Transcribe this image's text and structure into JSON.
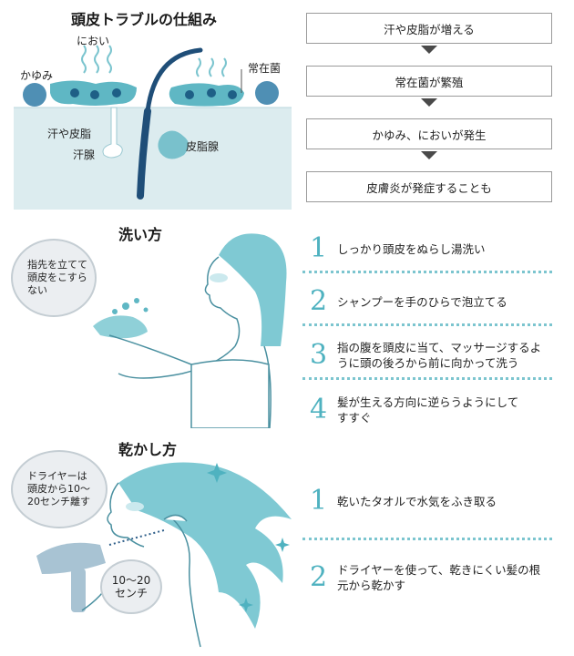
{
  "trouble": {
    "title": "頭皮トラブルの仕組み",
    "labels": {
      "smell": "におい",
      "itch": "かゆみ",
      "bacteria": "常在菌",
      "sweat_sebum": "汗や皮脂",
      "sweat_gland": "汗腺",
      "sebaceous_gland": "皮脂腺"
    },
    "flow": [
      "汗や皮脂が増える",
      "常在菌が繁殖",
      "かゆみ、においが発生",
      "皮膚炎が発症することも"
    ]
  },
  "wash": {
    "title": "洗い方",
    "tip": [
      "指先を立てて",
      "頭皮をこすら",
      "ない"
    ],
    "steps": [
      {
        "num": "1",
        "text": "しっかり頭皮をぬらし湯洗い"
      },
      {
        "num": "2",
        "text": "シャンプーを手のひらで泡立てる"
      },
      {
        "num": "3",
        "text": "指の腹を頭皮に当て、マッサージするように頭の後ろから前に向かって洗う"
      },
      {
        "num": "4",
        "text": "髪が生える方向に逆らうようにしてすすぐ"
      }
    ]
  },
  "dry": {
    "title": "乾かし方",
    "tip": [
      "ドライヤーは",
      "頭皮から10～",
      "20センチ離す"
    ],
    "distance": [
      "10～20",
      "センチ"
    ],
    "steps": [
      {
        "num": "1",
        "text": "乾いたタオルで水気をふき取る"
      },
      {
        "num": "2",
        "text": "ドライヤーを使って、乾きにくい髪の根元から乾かす"
      }
    ]
  },
  "colors": {
    "accent": "#4fb2c0",
    "skin": "#dcecef",
    "bacteria": "#2f7fa0"
  }
}
